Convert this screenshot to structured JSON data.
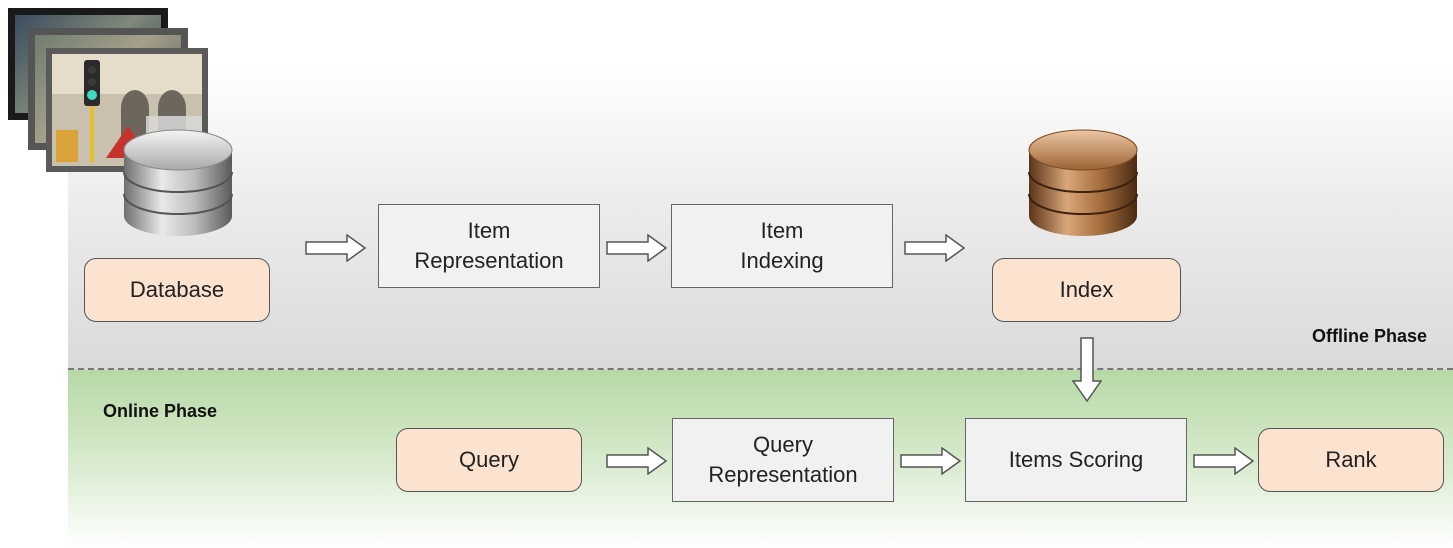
{
  "phases": {
    "offline": "Offline Phase",
    "online": "Online Phase"
  },
  "offline_flow": {
    "database": "Database",
    "item_representation": "Item\nRepresentation",
    "item_indexing": "Item\nIndexing",
    "index": "Index"
  },
  "online_flow": {
    "query": "Query",
    "query_representation": "Query\nRepresentation",
    "items_scoring": "Items Scoring",
    "rank": "Rank"
  },
  "icons": {
    "image_stack": "image-stack-icon",
    "database": "silver-database-icon",
    "index": "bronze-database-icon",
    "arrow": "outline-arrow-icon"
  },
  "colors": {
    "terminal_fill": "#fbe3d0",
    "process_fill": "#f1f1f1",
    "online_band": "#b7d8a6",
    "offline_band": "#dadada"
  }
}
